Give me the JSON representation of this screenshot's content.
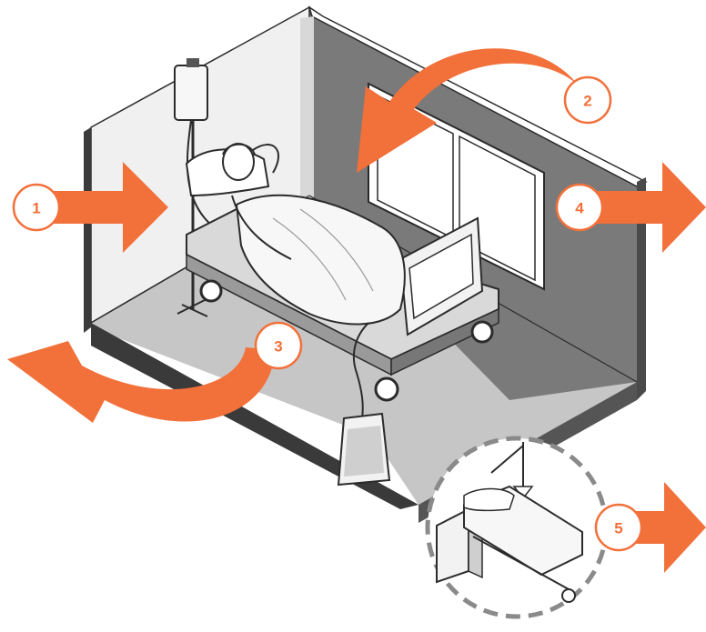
{
  "colors": {
    "accent": "#F2703A",
    "wall_dark": "#7d7d7d",
    "wall_light": "#eeeeee",
    "floor": "#c9c9c9",
    "outline": "#2b2b2b",
    "badge_fill": "#ffffff"
  },
  "markers": [
    {
      "id": "1",
      "label": "1",
      "arrow": "arrow-in-left",
      "icon": "arrow-right-icon"
    },
    {
      "id": "2",
      "label": "2",
      "arrow": "arrow-curved-in-top",
      "icon": "curved-arrow-icon"
    },
    {
      "id": "3",
      "label": "3",
      "arrow": "arrow-curved-out-left",
      "icon": "curved-arrow-icon"
    },
    {
      "id": "4",
      "label": "4",
      "arrow": "arrow-out-right",
      "icon": "arrow-right-icon"
    },
    {
      "id": "5",
      "label": "5",
      "arrow": "arrow-out-bottom-right",
      "icon": "arrow-right-icon"
    }
  ],
  "scene": {
    "main_illustration": "hospital-room-patient-bed",
    "inset_illustration": "empty-hospital-bed"
  }
}
